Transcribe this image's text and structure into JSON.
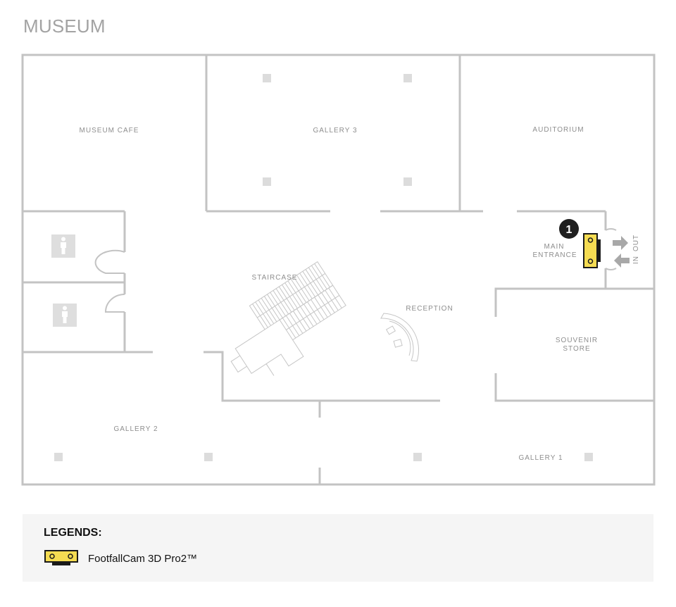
{
  "page": {
    "title": "MUSEUM"
  },
  "rooms": {
    "museum_cafe": "MUSEUM CAFE",
    "gallery_3": "GALLERY 3",
    "auditorium": "AUDITORIUM",
    "staircase": "STAIRCASE",
    "reception": "RECEPTION",
    "main_entrance_line1": "MAIN",
    "main_entrance_line2": "ENTRANCE",
    "souvenir_store_line1": "SOUVENIR",
    "souvenir_store_line2": "STORE",
    "gallery_2": "GALLERY 2",
    "gallery_1": "GALLERY 1"
  },
  "entrance": {
    "in_label": "IN",
    "out_label": "OUT"
  },
  "devices": [
    {
      "number": "1",
      "type": "FootfallCam 3D Pro2™"
    }
  ],
  "legend": {
    "title": "LEGENDS:",
    "items": [
      {
        "label": "FootfallCam 3D Pro2™",
        "icon": "footfallcam-icon"
      }
    ]
  },
  "icons": {
    "restroom": "person-icon",
    "arrow": "arrow-icon"
  },
  "colors": {
    "device_fill": "#f5dc52",
    "device_stroke": "#1a1a1a",
    "wall": "#c3c3c3",
    "marker": "#1f1f1f"
  }
}
